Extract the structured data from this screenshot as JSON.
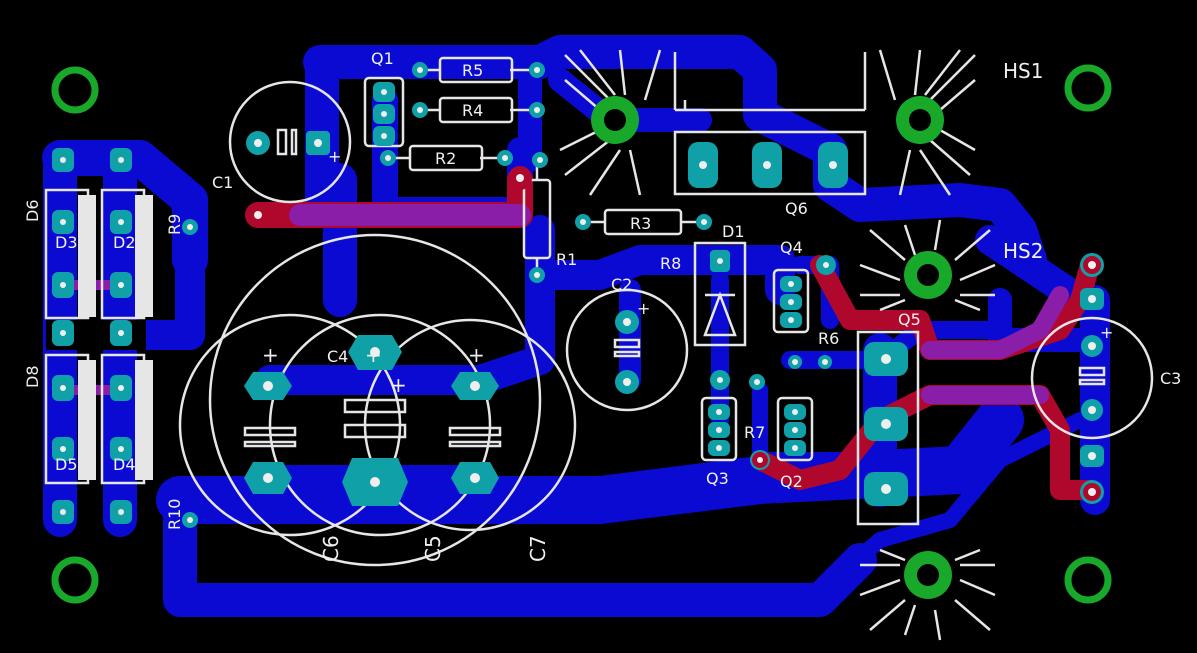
{
  "board": {
    "colors": {
      "background": "#000000",
      "bottom_copper": "#0a0ad2",
      "top_copper": "#b0082c",
      "overlap": "#8a1ea8",
      "pad": "#0fa0a8",
      "mount_hole": "#18a82a",
      "silkscreen": "#e6e6e6"
    },
    "labels": {
      "q1": "Q1",
      "r5": "R5",
      "r4": "R4",
      "r2": "R2",
      "r3": "R3",
      "r1": "R1",
      "c1": "C1",
      "c2": "C2",
      "c3": "C3",
      "c4": "C4",
      "c5": "C5",
      "c6": "C6",
      "c7": "C7",
      "d1": "D1",
      "d2": "D2",
      "d3": "D3",
      "d4": "D4",
      "d5": "D5",
      "d6": "D6",
      "d8": "D8",
      "r6": "R6",
      "r7": "R7",
      "r8": "R8",
      "r9": "R9",
      "r10": "R10",
      "q2": "Q2",
      "q3": "Q3",
      "q4": "Q4",
      "q5": "Q5",
      "q6": "Q6",
      "hs1": "HS1",
      "hs2": "HS2",
      "plus": "+"
    }
  }
}
